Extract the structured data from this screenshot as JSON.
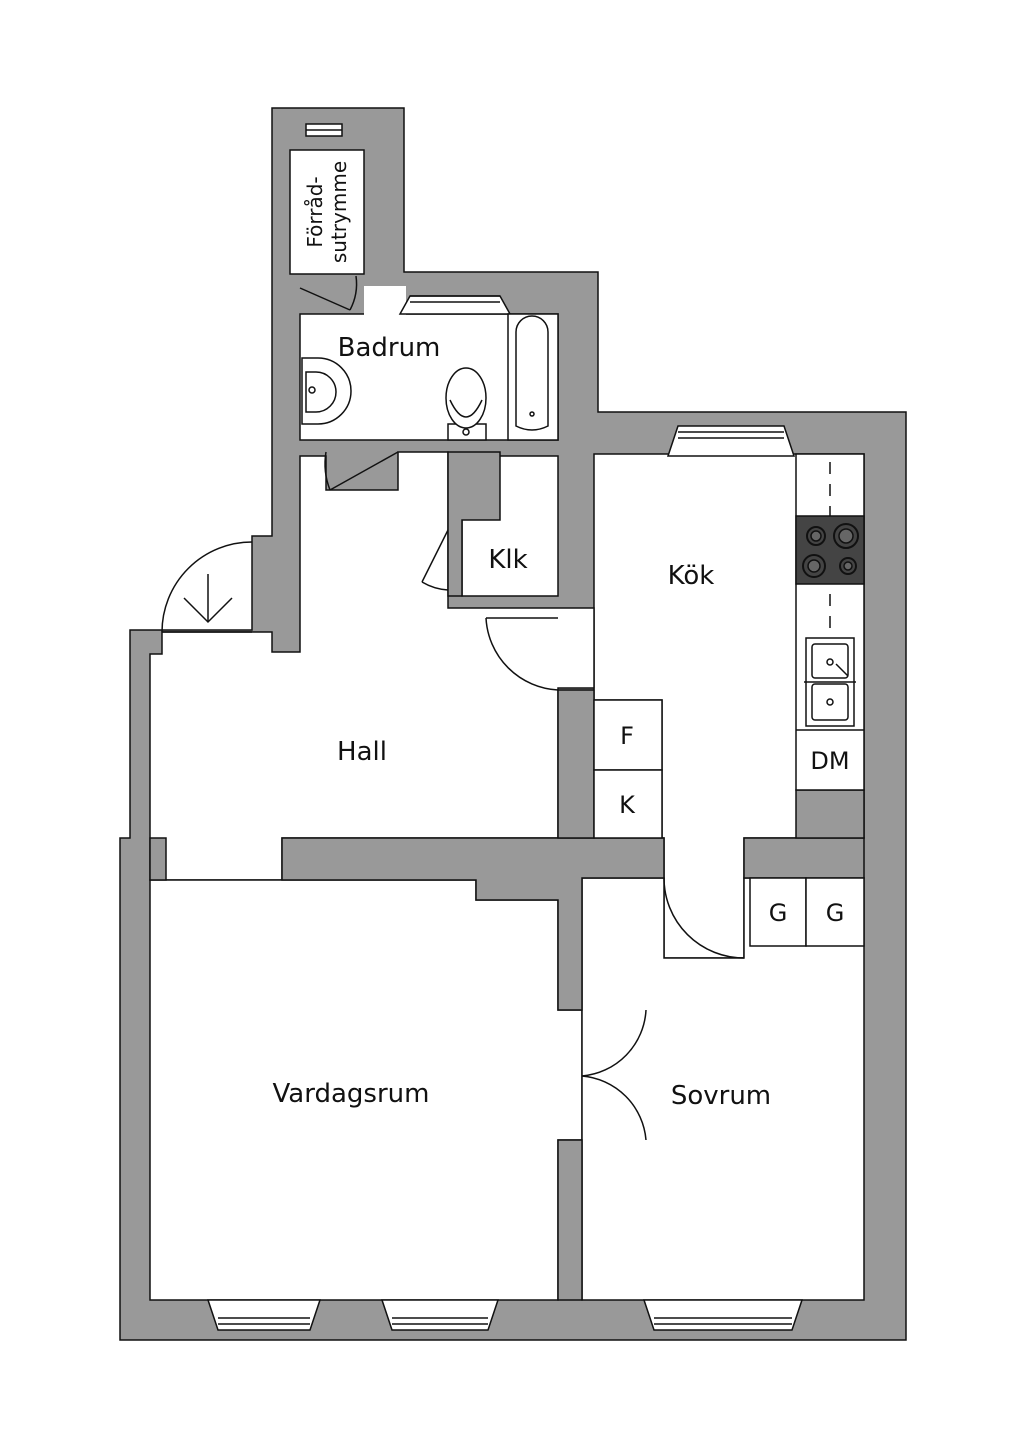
{
  "plan": {
    "colors": {
      "wall": "#999999",
      "stroke": "#111111",
      "floor": "#ffffff"
    },
    "rooms": {
      "storage_line1": "Förråd-",
      "storage_line2": "sutrymme",
      "bathroom": "Badrum",
      "closet": "Klk",
      "kitchen": "Kök",
      "hall": "Hall",
      "living": "Vardagsrum",
      "bedroom": "Sovrum"
    },
    "appliances": {
      "fridge": "F",
      "freezer": "K",
      "dishwasher": "DM",
      "wardrobe_1": "G",
      "wardrobe_2": "G"
    }
  }
}
